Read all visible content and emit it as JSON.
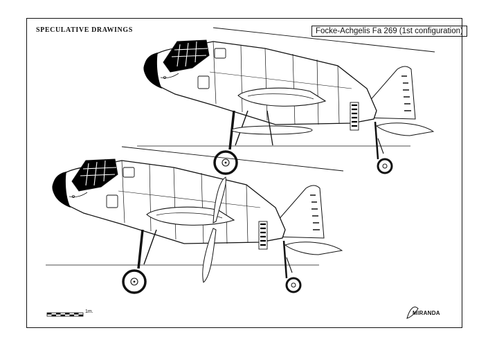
{
  "sheet": {
    "heading": "SPECULATIVE DRAWINGS",
    "title": "Focke-Achgelis Fa 269 (1st configuration)",
    "scale_label": "1m.",
    "artist_logo": "MIRANDA"
  },
  "views": [
    "aircraft-side-view-top",
    "aircraft-side-view-bottom"
  ]
}
